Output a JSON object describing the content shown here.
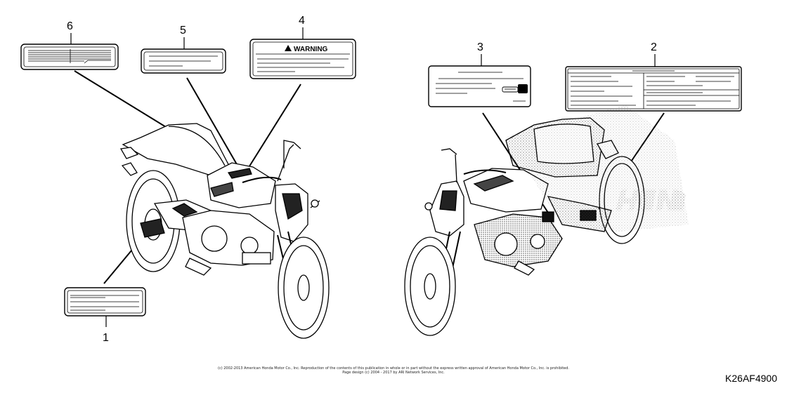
{
  "callouts": {
    "c1": "1",
    "c2": "2",
    "c3": "3",
    "c4": "4",
    "c5": "5",
    "c6": "6"
  },
  "labels": {
    "warning": "WARNING"
  },
  "footer": {
    "copyright_line1": "(c) 2002-2013 American Honda Motor Co., Inc. Reproduction of the contents of this publication in whole or in part without the express written approval of American Honda Motor Co., Inc. is prohibited.",
    "copyright_line2": "Page design (c) 2004 - 2017 by ARI Network Services, Inc.",
    "diagram_code": "K26AF4900"
  },
  "brand_watermark": "HONDA"
}
